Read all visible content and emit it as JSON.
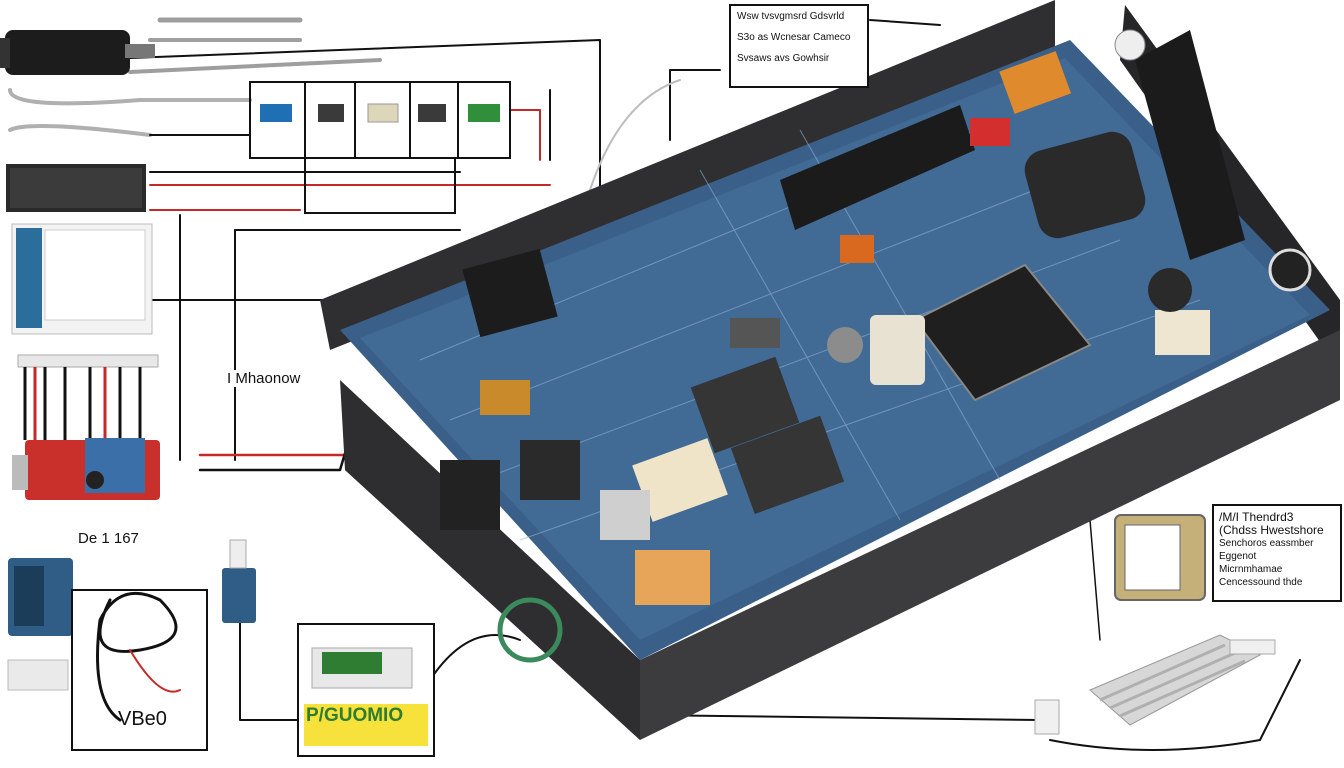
{
  "scene": {
    "background": "#ffffff",
    "board_color": "#3a5f88",
    "enclosure_color": "#3c3c3e",
    "wire_colors": [
      "#111111",
      "#c62828",
      "#9e9e9e"
    ]
  },
  "labels": {
    "top_note": [
      "Wsw tvsvgmsrd Gdsvrld",
      "S3o as Wcnesar Cameco",
      "Svsaws avs Gowhsir"
    ],
    "left_label": "I Mhaonow",
    "module_label": "De 1 167",
    "bottom_label": "VBe0",
    "green_sign": "P/GUOMIO",
    "right_note": [
      "/M/I Thendrd3",
      "(Chdss Hwestshore",
      "Senchoros eassmber",
      "Eggenot",
      "Micrnmhamae",
      "Cencessound thde"
    ]
  }
}
